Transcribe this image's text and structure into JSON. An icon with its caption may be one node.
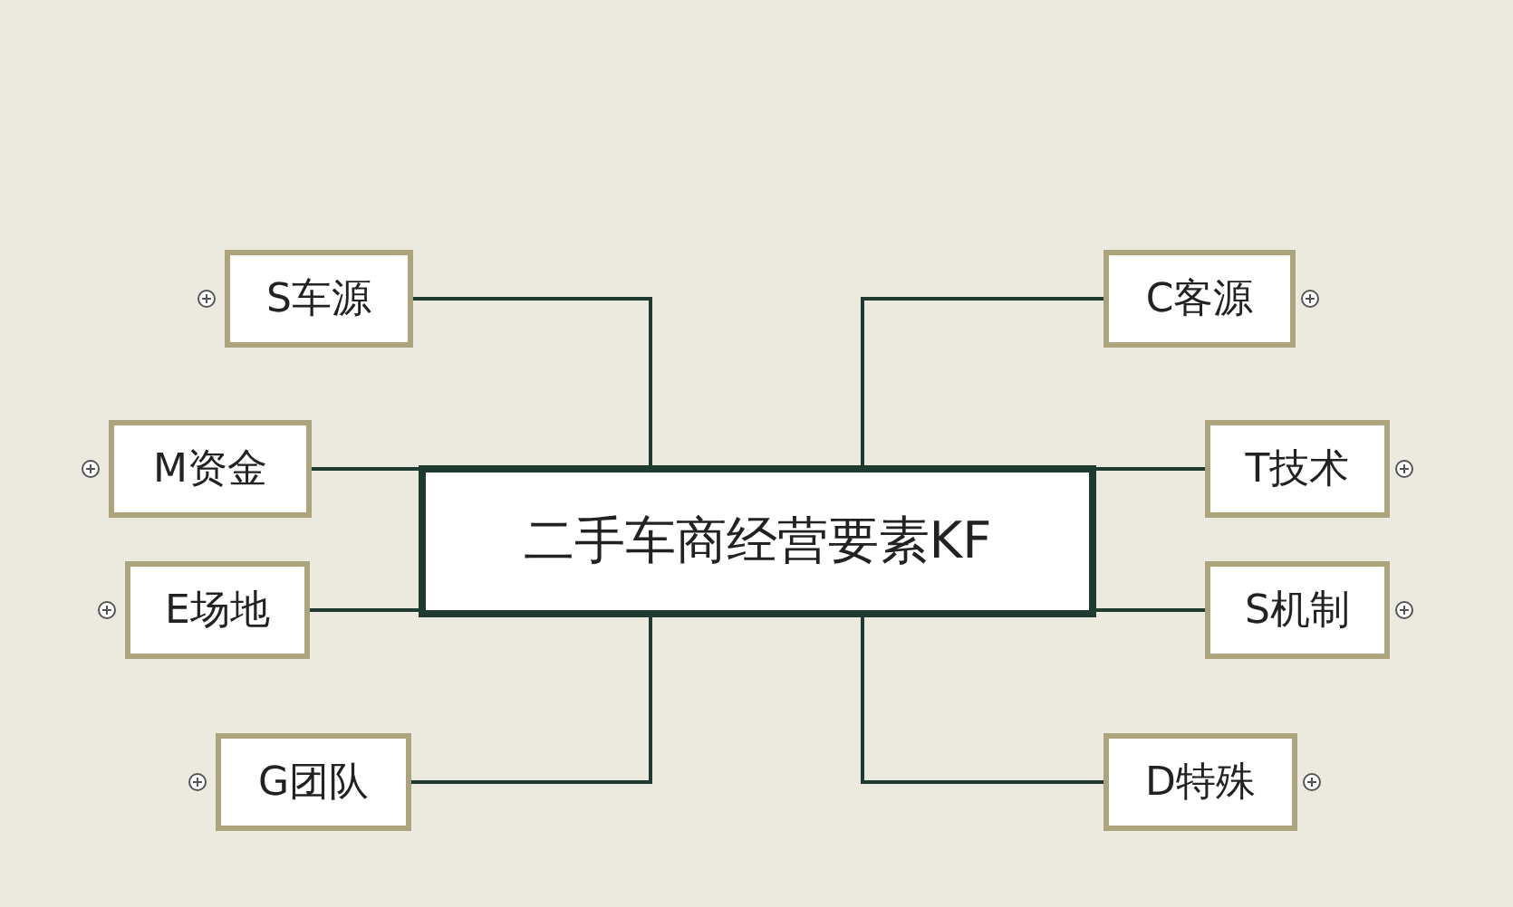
{
  "diagram": {
    "nodes": [
      {
        "text": [
          "二手车商经营要素KF"
        ]
      },
      {
        "text": [
          "S车源"
        ]
      },
      {
        "text": [
          "M资金"
        ]
      },
      {
        "text": [
          "E场地"
        ]
      },
      {
        "text": [
          "G团队"
        ]
      },
      {
        "text": [
          "C客源"
        ]
      },
      {
        "text": [
          "T技术"
        ]
      },
      {
        "text": [
          "S机制"
        ]
      },
      {
        "text": [
          "D特殊"
        ]
      }
    ],
    "edges": [
      {
        "from": 0,
        "to": 1,
        "arrow": "none"
      },
      {
        "from": 0,
        "to": 2,
        "arrow": "none"
      },
      {
        "from": 0,
        "to": 3,
        "arrow": "none"
      },
      {
        "from": 0,
        "to": 4,
        "arrow": "none"
      },
      {
        "from": 0,
        "to": 5,
        "arrow": "none"
      },
      {
        "from": 0,
        "to": 6,
        "arrow": "none"
      },
      {
        "from": 0,
        "to": 7,
        "arrow": "none"
      },
      {
        "from": 0,
        "to": 8,
        "arrow": "none"
      }
    ]
  }
}
